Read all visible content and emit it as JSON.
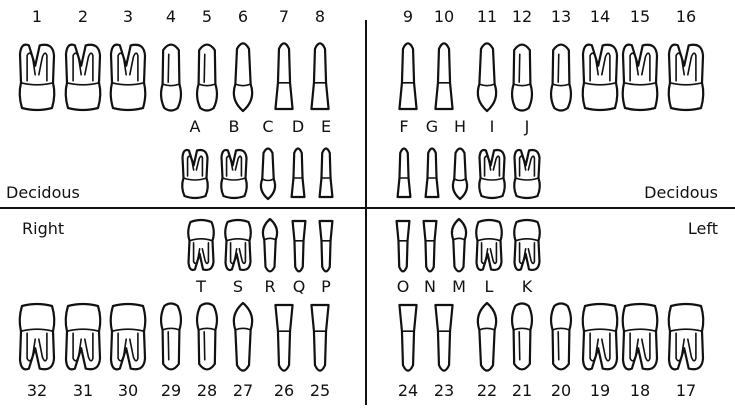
{
  "side_labels": {
    "decidous_left": "Decidous",
    "decidous_right": "Decidous",
    "right": "Right",
    "left": "Left"
  },
  "permanent_upper": [
    {
      "label": "1",
      "type": "molar"
    },
    {
      "label": "2",
      "type": "molar"
    },
    {
      "label": "3",
      "type": "molar"
    },
    {
      "label": "4",
      "type": "premolar"
    },
    {
      "label": "5",
      "type": "premolar"
    },
    {
      "label": "6",
      "type": "canine"
    },
    {
      "label": "7",
      "type": "incisor"
    },
    {
      "label": "8",
      "type": "incisor"
    },
    {
      "label": "9",
      "type": "incisor"
    },
    {
      "label": "10",
      "type": "incisor"
    },
    {
      "label": "11",
      "type": "canine"
    },
    {
      "label": "12",
      "type": "premolar"
    },
    {
      "label": "13",
      "type": "premolar"
    },
    {
      "label": "14",
      "type": "molar"
    },
    {
      "label": "15",
      "type": "molar"
    },
    {
      "label": "16",
      "type": "molar"
    }
  ],
  "primary_upper": [
    {
      "label": "A",
      "type": "molar"
    },
    {
      "label": "B",
      "type": "molar"
    },
    {
      "label": "C",
      "type": "canine"
    },
    {
      "label": "D",
      "type": "incisor"
    },
    {
      "label": "E",
      "type": "incisor"
    },
    {
      "label": "F",
      "type": "incisor"
    },
    {
      "label": "G",
      "type": "incisor"
    },
    {
      "label": "H",
      "type": "canine"
    },
    {
      "label": "I",
      "type": "molar"
    },
    {
      "label": "J",
      "type": "molar"
    }
  ],
  "primary_lower": [
    {
      "label": "T",
      "type": "molar"
    },
    {
      "label": "S",
      "type": "molar"
    },
    {
      "label": "R",
      "type": "canine"
    },
    {
      "label": "Q",
      "type": "incisor"
    },
    {
      "label": "P",
      "type": "incisor"
    },
    {
      "label": "O",
      "type": "incisor"
    },
    {
      "label": "N",
      "type": "incisor"
    },
    {
      "label": "M",
      "type": "canine"
    },
    {
      "label": "L",
      "type": "molar"
    },
    {
      "label": "K",
      "type": "molar"
    }
  ],
  "permanent_lower": [
    {
      "label": "32",
      "type": "molar"
    },
    {
      "label": "31",
      "type": "molar"
    },
    {
      "label": "30",
      "type": "molar"
    },
    {
      "label": "29",
      "type": "premolar"
    },
    {
      "label": "28",
      "type": "premolar"
    },
    {
      "label": "27",
      "type": "canine"
    },
    {
      "label": "26",
      "type": "incisor"
    },
    {
      "label": "25",
      "type": "incisor"
    },
    {
      "label": "24",
      "type": "incisor"
    },
    {
      "label": "23",
      "type": "incisor"
    },
    {
      "label": "22",
      "type": "canine"
    },
    {
      "label": "21",
      "type": "premolar"
    },
    {
      "label": "20",
      "type": "premolar"
    },
    {
      "label": "19",
      "type": "molar"
    },
    {
      "label": "18",
      "type": "molar"
    },
    {
      "label": "17",
      "type": "molar"
    }
  ]
}
